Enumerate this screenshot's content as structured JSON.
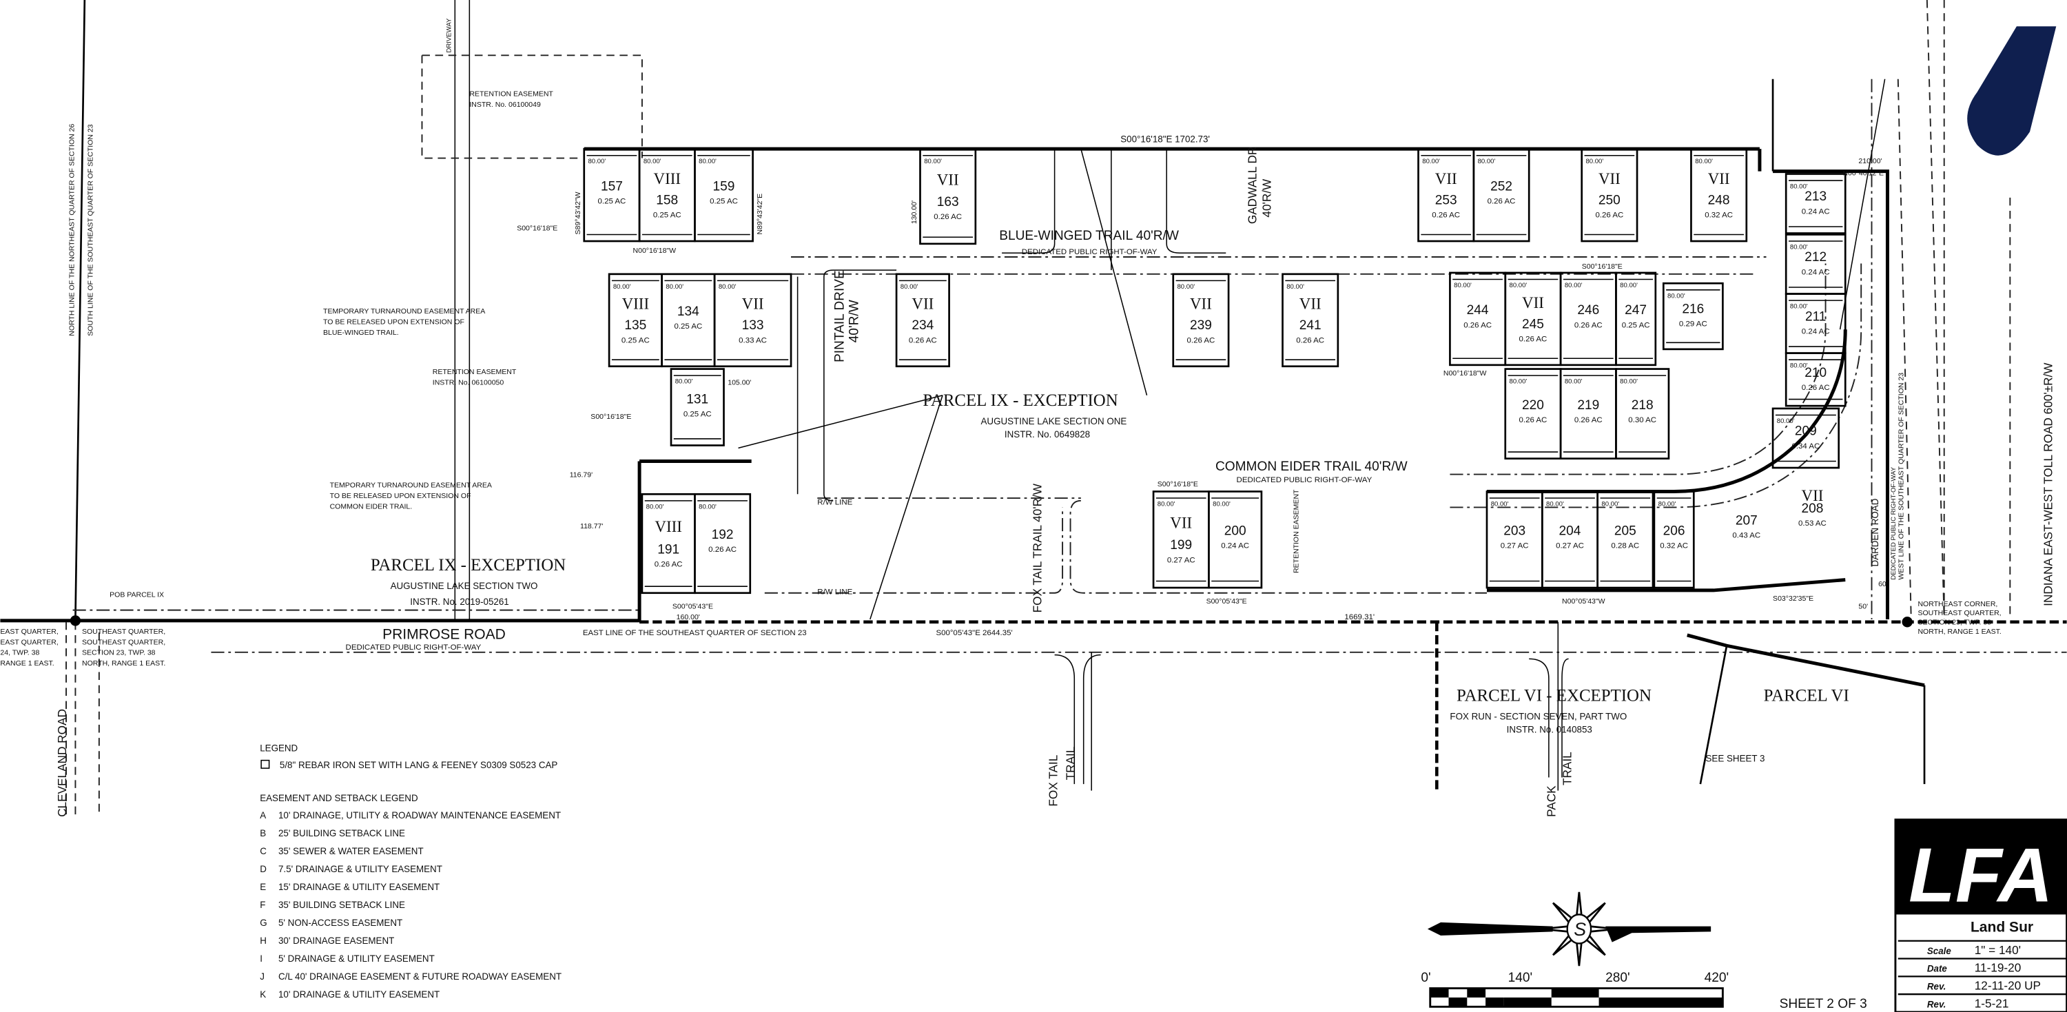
{
  "colors": {
    "ink": "#000000",
    "accent_shape": "#0f1f4f"
  },
  "boundary": {
    "north_bearing": "S00°16'18\"E   1702.73'",
    "south_bearing": "S00°05'43\"E   2644.35'",
    "south_dist": "1669.31'"
  },
  "streets": {
    "blue_winged": "BLUE-WINGED TRAIL 40'R/W",
    "blue_winged_sub": "DEDICATED PUBLIC RIGHT-OF-WAY",
    "common_eider": "COMMON EIDER TRAIL 40'R/W",
    "common_eider_sub": "DEDICATED PUBLIC RIGHT-OF-WAY",
    "primrose": "PRIMROSE ROAD",
    "primrose_sub": "DEDICATED PUBLIC RIGHT-OF-WAY",
    "gadwall": "GADWALL DR",
    "gadwall_rw": "40'R/W",
    "pintail": "PINTAIL DRIVE",
    "pintail_rw": "40'R/W",
    "fox_tail_rw": "FOX TAIL TRAIL 40'R/W",
    "fox_tail": "FOX TAIL",
    "fox_tail2": "TRAIL",
    "cleveland": "CLEVELAND ROAD",
    "pack": "PACK",
    "pack2": "TRAIL",
    "darden": "DARDEN ROAD",
    "darden_sub": "DEDICATED PUBLIC RIGHT-OF-WAY",
    "toll": "INDIANA EAST-WEST TOLL ROAD 600'±R/W",
    "rw_line": "R/W LINE"
  },
  "section_lines": {
    "north_line": "NORTH LINE OF THE NORTHEAST QUARTER OF SECTION 26",
    "south_line": "SOUTH LINE OF THE SOUTHEAST QUARTER OF SECTION 23",
    "east_line": "EAST LINE OF THE SOUTHEAST QUARTER OF SECTION 23",
    "west_line": "WEST LINE OF THE SOUTHEAST QUARTER OF SECTION 23",
    "row_label": "DRIVEWAY"
  },
  "parcels": {
    "ix_one_title": "PARCEL IX - EXCEPTION",
    "ix_one_sub": "AUGUSTINE LAKE SECTION ONE",
    "ix_one_instr": "INSTR. No. 0649828",
    "ix_two_title": "PARCEL IX - EXCEPTION",
    "ix_two_sub": "AUGUSTINE LAKE SECTION TWO",
    "ix_two_instr": "INSTR. No. 2019-05261",
    "vi_exc_title": "PARCEL VI - EXCEPTION",
    "vi_exc_sub": "FOX RUN - SECTION SEVEN, PART TWO",
    "vi_exc_instr": "INSTR. No. 0140853",
    "vi_title": "PARCEL VI",
    "see_sheet": "SEE SHEET 3"
  },
  "notes": {
    "retention1": "RETENTION EASEMENT",
    "retention1_instr": "INSTR. No. 06100049",
    "retention2": "RETENTION EASEMENT",
    "retention2_instr": "INSTR. No. 06100050",
    "turnaround1_l1": "TEMPORARY TURNAROUND EASEMENT AREA",
    "turnaround1_l2": "TO BE RELEASED UPON EXTENSION OF",
    "turnaround1_l3": "BLUE-WINGED TRAIL.",
    "turnaround2_l1": "TEMPORARY TURNAROUND EASEMENT AREA",
    "turnaround2_l2": "TO BE RELEASED UPON EXTENSION OF",
    "turnaround2_l3": "COMMON EIDER TRAIL.",
    "pob": "POB PARCEL IX",
    "left_corner": [
      "SOUTHEAST QUARTER,",
      "SOUTHEAST QUARTER,",
      "SECTION 23, TWP. 38",
      "NORTH, RANGE 1 EAST."
    ],
    "left_corner_w": [
      "EAST QUARTER,",
      "EAST QUARTER,",
      "24, TWP. 38",
      "RANGE 1 EAST."
    ],
    "ne_corner": [
      "NORTHEAST CORNER,",
      "SOUTHEAST QUARTER,",
      "SECTION 23, TWP. 38",
      "NORTH, RANGE 1 EAST."
    ],
    "retention_easement_lot": "RETENTION EASEMENT",
    "dims": [
      "80.00'",
      "130.00'",
      "S00°16'18\"E",
      "N00°16'18\"W",
      "S89°43'42\"W",
      "N89°43'42\"E",
      "210.00'",
      "N00°40'12\"E",
      "116.79'",
      "118.77'",
      "105.00'",
      "160.00'",
      "S00°05'43\"E",
      "N00°05'43\"W",
      "S03°32'35\"E",
      "60'",
      "50'"
    ]
  },
  "lots": [
    {
      "num": "157",
      "ac": "0.25 AC",
      "phase": ""
    },
    {
      "num": "158",
      "ac": "0.25 AC",
      "phase": "VIII"
    },
    {
      "num": "159",
      "ac": "0.25 AC",
      "phase": ""
    },
    {
      "num": "163",
      "ac": "0.26 AC",
      "phase": "VII"
    },
    {
      "num": "135",
      "ac": "0.25 AC",
      "phase": "VIII"
    },
    {
      "num": "134",
      "ac": "0.25 AC",
      "phase": ""
    },
    {
      "num": "133",
      "ac": "0.33 AC",
      "phase": "VII"
    },
    {
      "num": "131",
      "ac": "0.25 AC",
      "phase": ""
    },
    {
      "num": "234",
      "ac": "0.26 AC",
      "phase": "VII"
    },
    {
      "num": "239",
      "ac": "0.26 AC",
      "phase": "VII"
    },
    {
      "num": "241",
      "ac": "0.26 AC",
      "phase": "VII"
    },
    {
      "num": "253",
      "ac": "0.26 AC",
      "phase": "VII"
    },
    {
      "num": "252",
      "ac": "0.26 AC",
      "phase": ""
    },
    {
      "num": "250",
      "ac": "0.26 AC",
      "phase": "VII"
    },
    {
      "num": "248",
      "ac": "0.32 AC",
      "phase": "VII"
    },
    {
      "num": "213",
      "ac": "0.24 AC",
      "phase": ""
    },
    {
      "num": "212",
      "ac": "0.24 AC",
      "phase": ""
    },
    {
      "num": "211",
      "ac": "0.24 AC",
      "phase": ""
    },
    {
      "num": "210",
      "ac": "0.26 AC",
      "phase": ""
    },
    {
      "num": "209",
      "ac": "0.34 AC",
      "phase": ""
    },
    {
      "num": "244",
      "ac": "0.26 AC",
      "phase": ""
    },
    {
      "num": "245",
      "ac": "0.26 AC",
      "phase": "VII"
    },
    {
      "num": "246",
      "ac": "0.26 AC",
      "phase": ""
    },
    {
      "num": "247",
      "ac": "0.25 AC",
      "phase": ""
    },
    {
      "num": "216",
      "ac": "0.29 AC",
      "phase": ""
    },
    {
      "num": "220",
      "ac": "0.26 AC",
      "phase": ""
    },
    {
      "num": "219",
      "ac": "0.26 AC",
      "phase": ""
    },
    {
      "num": "218",
      "ac": "0.30 AC",
      "phase": ""
    },
    {
      "num": "206",
      "ac": "0.32 AC",
      "phase": ""
    },
    {
      "num": "205",
      "ac": "0.28 AC",
      "phase": ""
    },
    {
      "num": "204",
      "ac": "0.27 AC",
      "phase": ""
    },
    {
      "num": "203",
      "ac": "0.27 AC",
      "phase": ""
    },
    {
      "num": "199",
      "ac": "0.27 AC",
      "phase": "VII"
    },
    {
      "num": "200",
      "ac": "0.24 AC",
      "phase": ""
    },
    {
      "num": "191",
      "ac": "0.26 AC",
      "phase": "VIII"
    },
    {
      "num": "192",
      "ac": "0.26 AC",
      "phase": ""
    },
    {
      "num": "208",
      "ac": "0.53 AC",
      "phase": "VII"
    },
    {
      "num": "207",
      "ac": "0.43 AC",
      "phase": ""
    }
  ],
  "legend": {
    "title": "LEGEND",
    "rebar": "5/8\" REBAR IRON SET WITH LANG & FEENEY S0309 S0523 CAP",
    "easement_title": "EASEMENT AND SETBACK LEGEND",
    "items": [
      {
        "key": "A",
        "text": "10' DRAINAGE, UTILITY & ROADWAY MAINTENANCE EASEMENT"
      },
      {
        "key": "B",
        "text": "25' BUILDING SETBACK LINE"
      },
      {
        "key": "C",
        "text": "35' SEWER & WATER EASEMENT"
      },
      {
        "key": "D",
        "text": "7.5' DRAINAGE & UTILITY EASEMENT"
      },
      {
        "key": "E",
        "text": "15' DRAINAGE & UTILITY EASEMENT"
      },
      {
        "key": "F",
        "text": "35' BUILDING SETBACK LINE"
      },
      {
        "key": "G",
        "text": "5' NON-ACCESS EASEMENT"
      },
      {
        "key": "H",
        "text": "30' DRAINAGE EASEMENT"
      },
      {
        "key": "I",
        "text": "5' DRAINAGE & UTILITY EASEMENT"
      },
      {
        "key": "J",
        "text": "C/L 40' DRAINAGE EASEMENT & FUTURE ROADWAY EASEMENT"
      },
      {
        "key": "K",
        "text": "10' DRAINAGE & UTILITY EASEMENT"
      }
    ]
  },
  "scale_bar": {
    "ticks": [
      "0'",
      "140'",
      "280'",
      "420'"
    ]
  },
  "compass": {
    "letter": "S"
  },
  "sheet": "SHEET 2 OF 3",
  "title_block": {
    "logo": "LFA",
    "company": "Land Sur",
    "rows": [
      {
        "label": "Scale",
        "value": "1\" = 140'"
      },
      {
        "label": "Date",
        "value": "11-19-20"
      },
      {
        "label": "Rev.",
        "value": "12-11-20 UP"
      },
      {
        "label": "Rev.",
        "value": "1-5-21"
      }
    ]
  }
}
